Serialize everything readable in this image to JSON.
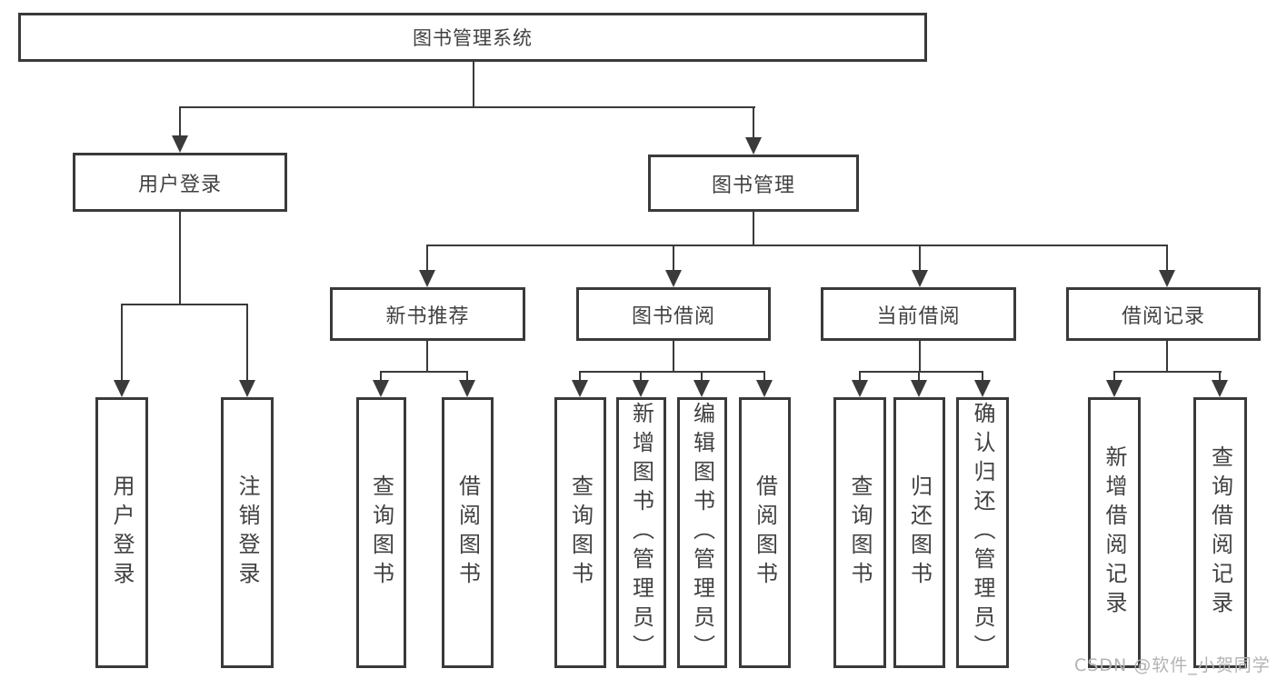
{
  "colors": {
    "line": "#3a3a3a",
    "text": "#414141",
    "background": "#ffffff",
    "watermark": "#b3b3b3"
  },
  "nodes": {
    "root": "图书管理系统",
    "user_login": "用户登录",
    "book_mgmt": "图书管理",
    "new_book_rec": "新书推荐",
    "book_borrow": "图书借阅",
    "current_borrow": "当前借阅",
    "borrow_records": "借阅记录",
    "ul_user_login": "用户登录",
    "ul_logout": "注销登录",
    "nr_query_books": "查询图书",
    "nr_borrow_books": "借阅图书",
    "bb_query_books": "查询图书",
    "bb_add_books": "新增图书（管理员）",
    "bb_edit_books": "编辑图书（管理员）",
    "bb_borrow_books": "借阅图书",
    "cb_query_books": "查询图书",
    "cb_return_books": "归还图书",
    "cb_confirm_return": "确认归还（管理员）",
    "br_add_record": "新增借阅记录",
    "br_query_record": "查询借阅记录"
  },
  "watermark": "CSDN @软件_小贺同学"
}
